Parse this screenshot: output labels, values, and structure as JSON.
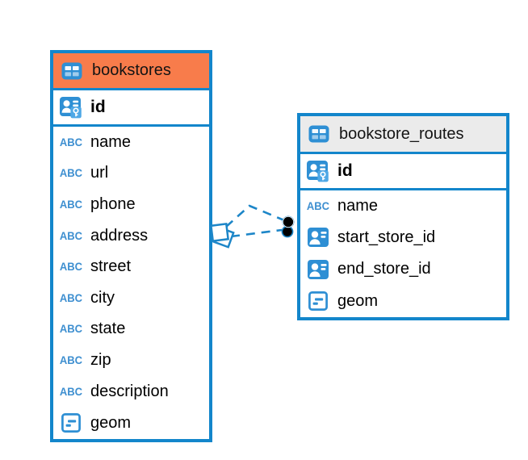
{
  "icons": {
    "text_type_label": "ABC"
  },
  "colors": {
    "table_border_blue": "#1386CB",
    "icon_blue": "#2E8FD4",
    "icon_light_blue": "#4FA8E6",
    "abc_blue": "#3E8FD0",
    "bookstores_header_orange": "#F87C4B",
    "routes_header_gray": "#EBEBEB",
    "relationship_line_blue": "#1D86C8",
    "relationship_dot_black": "#000000"
  },
  "tables": [
    {
      "name": "bookstores",
      "primary_key": {
        "name": "id",
        "type": "primary_key"
      },
      "columns": [
        {
          "name": "name",
          "type": "text"
        },
        {
          "name": "url",
          "type": "text"
        },
        {
          "name": "phone",
          "type": "text"
        },
        {
          "name": "address",
          "type": "text"
        },
        {
          "name": "street",
          "type": "text"
        },
        {
          "name": "city",
          "type": "text"
        },
        {
          "name": "state",
          "type": "text"
        },
        {
          "name": "zip",
          "type": "text"
        },
        {
          "name": "description",
          "type": "text"
        },
        {
          "name": "geom",
          "type": "geometry"
        }
      ]
    },
    {
      "name": "bookstore_routes",
      "primary_key": {
        "name": "id",
        "type": "primary_key"
      },
      "columns": [
        {
          "name": "name",
          "type": "text"
        },
        {
          "name": "start_store_id",
          "type": "reference"
        },
        {
          "name": "end_store_id",
          "type": "reference"
        },
        {
          "name": "geom",
          "type": "geometry"
        }
      ]
    }
  ],
  "relationship": {
    "from_table": "bookstores",
    "to_table": "bookstore_routes",
    "line_style": "dashed",
    "line_count": 2,
    "source_marker": "stacked-squares",
    "target_marker": "stacked-black-dots"
  }
}
